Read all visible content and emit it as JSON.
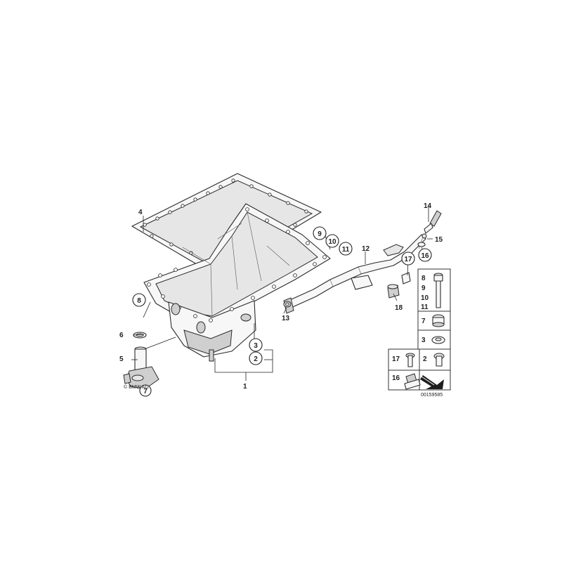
{
  "labels": {
    "l1": "1",
    "l2": "2",
    "l3": "3",
    "l4": "4",
    "l5": "5",
    "l6": "6",
    "l7": "7",
    "l8": "8",
    "l9": "9",
    "l10": "10",
    "l11": "11",
    "l12": "12",
    "l13": "13",
    "l14": "14",
    "l15": "15",
    "l16": "16",
    "l17": "17",
    "l18": "18"
  },
  "legend": {
    "r8": "8",
    "r9": "9",
    "r10": "10",
    "r11": "11",
    "r7": "7",
    "r3": "3",
    "r17": "17",
    "r2": "2",
    "r16": "16"
  },
  "copyright": "© BMW AG",
  "diagram_id": "00159585"
}
